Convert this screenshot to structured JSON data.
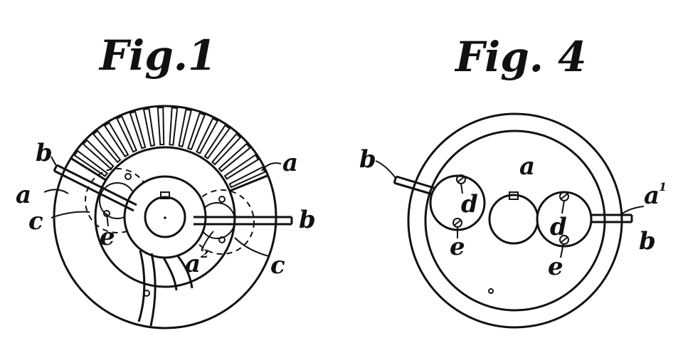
{
  "figures": [
    {
      "title": "Fig.1",
      "labels": {
        "b_upper": "b",
        "a_left": "a",
        "c_left": "c",
        "e": "e",
        "a_right": "a",
        "b_right": "b",
        "a2_main": "a",
        "a2_sup": "2",
        "c_right": "c"
      }
    },
    {
      "title": "Fig. 4",
      "labels": {
        "b_left": "b",
        "a_center": "a",
        "d_left": "d",
        "e_left": "e",
        "a1_main": "a",
        "a1_sup": "1",
        "d_right": "d",
        "e_right": "e",
        "b_right": "b"
      }
    }
  ]
}
